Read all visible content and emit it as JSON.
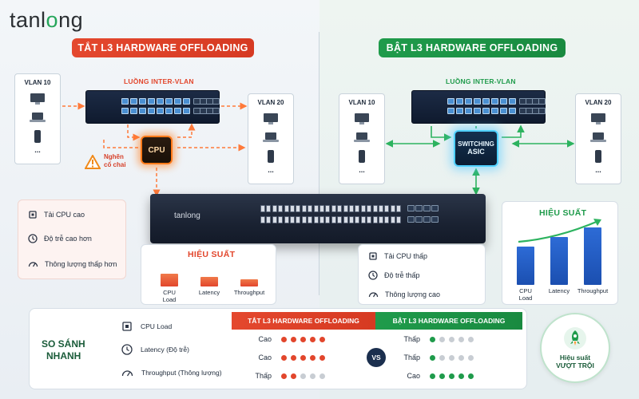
{
  "brand": {
    "logo_part1": "tanl",
    "logo_part2": "o",
    "logo_part3": "ng",
    "switch_brand": "tanlong"
  },
  "left": {
    "title": "TẮT L3 HARDWARE OFFLOADING",
    "flow_label": "LUỒNG INTER-VLAN",
    "vlan_a": "VLAN 10",
    "vlan_b": "VLAN 20",
    "more": "...",
    "cpu": "CPU",
    "bottleneck": [
      "Nghẽn",
      "cổ chai"
    ],
    "features": [
      "Tải CPU cao",
      "Độ trễ cao hơn",
      "Thông lượng thấp hơn"
    ],
    "perf_title": "HIỆU SUẤT",
    "perf_labels": [
      [
        "CPU",
        "Load"
      ],
      [
        "Latency"
      ],
      [
        "Throughput"
      ]
    ]
  },
  "right": {
    "title": "BẬT L3 HARDWARE OFFLOADING",
    "flow_label": "LUỒNG INTER-VLAN",
    "vlan_a": "VLAN 10",
    "vlan_b": "VLAN 20",
    "more": "...",
    "asic": [
      "SWITCHING",
      "ASIC"
    ],
    "features": [
      "Tải CPU thấp",
      "Độ trễ thấp",
      "Thông lượng cao"
    ],
    "perf_title": "HIỆU SUẤT",
    "perf_labels": [
      [
        "CPU",
        "Load"
      ],
      [
        "Latency"
      ],
      [
        "Throughput"
      ]
    ]
  },
  "compare": {
    "title": [
      "SO SÁNH",
      "NHANH"
    ],
    "criteria": [
      "CPU Load",
      "Latency (Độ trễ)",
      "Throughput (Thông lượng)"
    ],
    "off_header": "TẮT L3 HARDWARE OFFLOADING",
    "on_header": "BẬT L3 HARDWARE OFFLOADING",
    "vs": "VS",
    "off_levels": [
      {
        "label": "Cao",
        "filled": 5
      },
      {
        "label": "Cao",
        "filled": 5
      },
      {
        "label": "Thấp",
        "filled": 2
      }
    ],
    "on_levels": [
      {
        "label": "Thấp",
        "filled": 1
      },
      {
        "label": "Thấp",
        "filled": 1
      },
      {
        "label": "Cao",
        "filled": 5
      }
    ],
    "badge": [
      "Hiệu suất",
      "VƯỢT TRỘI"
    ]
  },
  "colors": {
    "red": "#e2462c",
    "green": "#1f9b4b",
    "navy": "#1b2f4e",
    "dot_off": "#c8cdd3"
  }
}
